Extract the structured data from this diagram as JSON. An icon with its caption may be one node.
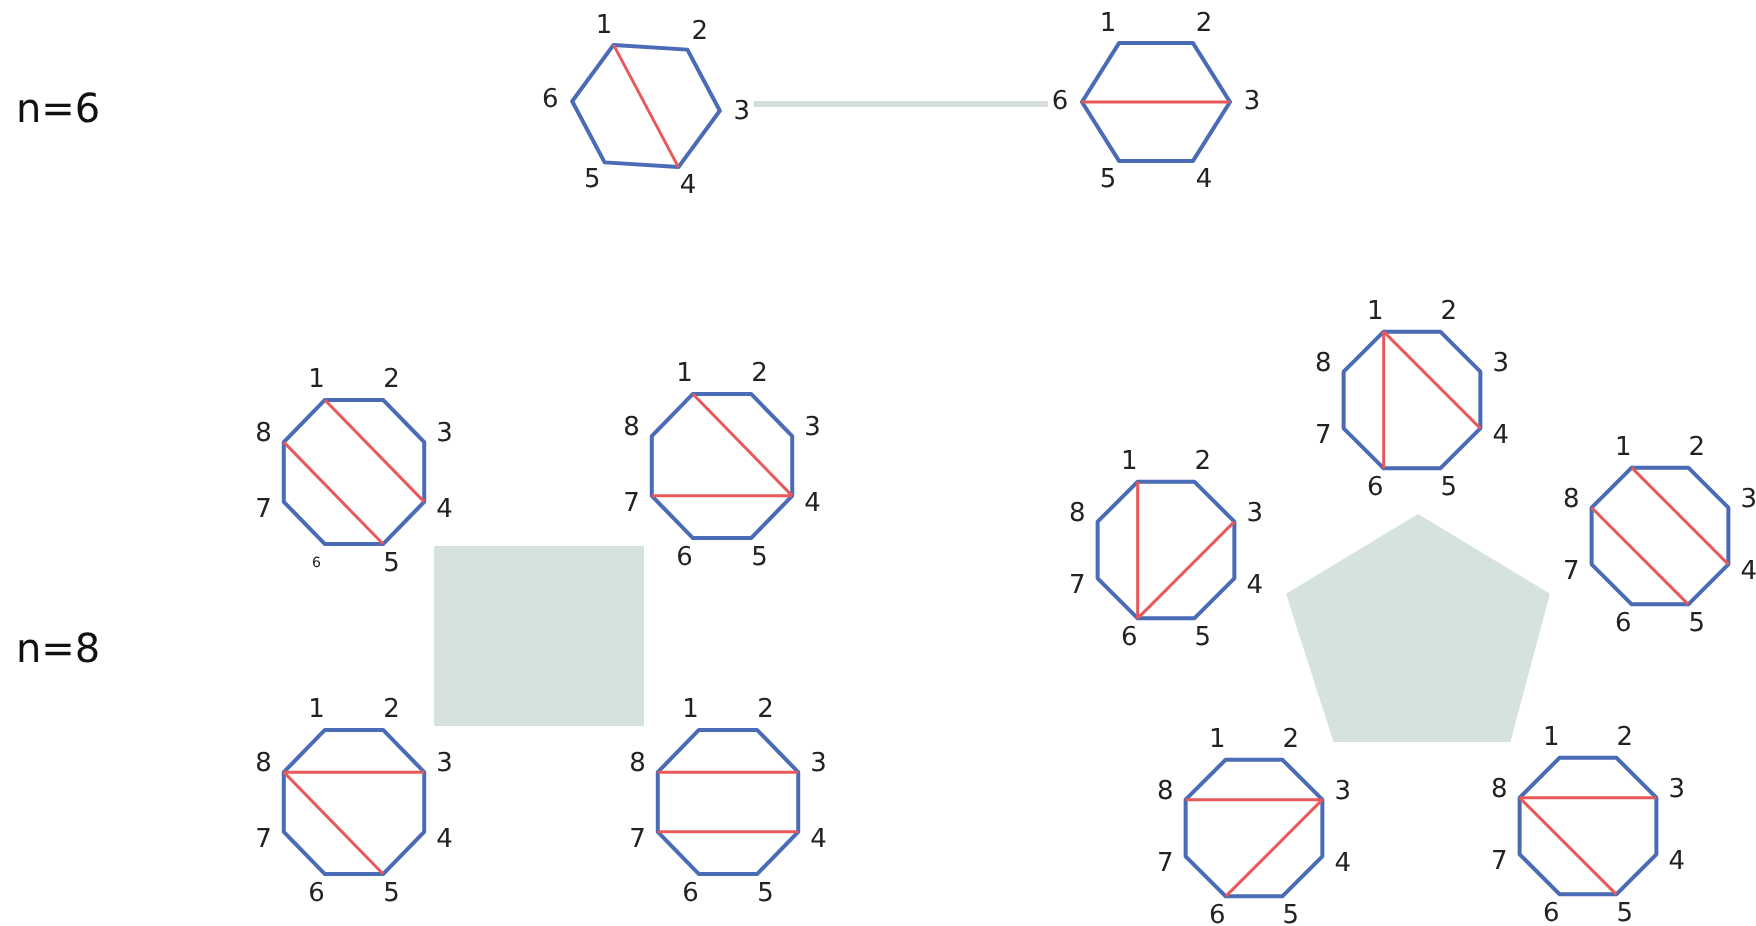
{
  "diagram": {
    "nodes": [
      {
        "text": [
          "1",
          "2",
          "3",
          "4",
          "5",
          "6"
        ]
      },
      {
        "text": [
          "1",
          "2",
          "3",
          "4",
          "5",
          "6"
        ]
      },
      {
        "text": [
          "1",
          "2",
          "3",
          "4",
          "5",
          "6",
          "7",
          "8"
        ]
      },
      {
        "text": [
          "1",
          "2",
          "3",
          "4",
          "5",
          "6",
          "7",
          "8"
        ]
      },
      {
        "text": [],
        "shape": "box"
      },
      {
        "text": [
          "1",
          "2",
          "3",
          "4",
          "5",
          "6",
          "7",
          "8"
        ]
      },
      {
        "text": [
          "1",
          "2",
          "3",
          "4",
          "5",
          "6",
          "7",
          "8"
        ]
      },
      {
        "text": [
          "1",
          "2",
          "3",
          "4",
          "5",
          "6",
          "7",
          "8"
        ]
      },
      {
        "text": [
          "1",
          "2",
          "3",
          "4",
          "5",
          "6",
          "7",
          "8"
        ]
      },
      {
        "text": [
          "1",
          "2",
          "3",
          "4",
          "5",
          "6",
          "7",
          "8"
        ]
      },
      {
        "text": [],
        "shape": "pentagon"
      },
      {
        "text": [
          "1",
          "2",
          "3",
          "4",
          "5",
          "6",
          "7",
          "8"
        ]
      },
      {
        "text": [
          "1",
          "2",
          "3",
          "4",
          "5",
          "6",
          "7",
          "8"
        ]
      }
    ],
    "edges": [
      {
        "from": 0,
        "to": 1,
        "arrow": "none"
      }
    ],
    "labels": [
      "n=6",
      "n=8"
    ]
  }
}
